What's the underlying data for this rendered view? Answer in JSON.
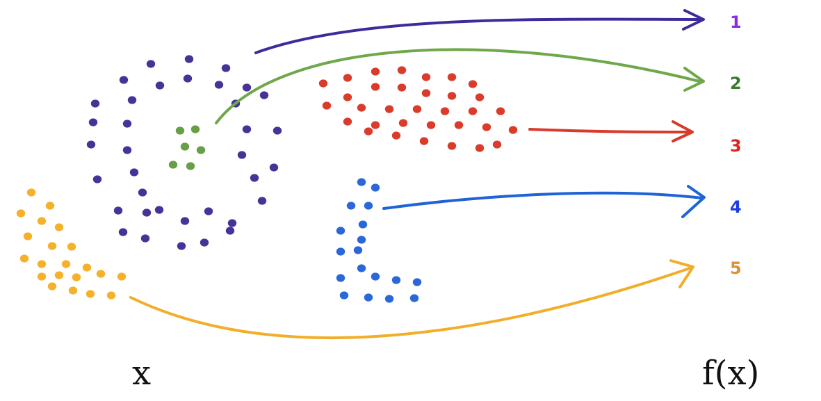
{
  "diagram": {
    "input_label": "x",
    "output_label": "f(x)",
    "outputs": [
      {
        "label": "1",
        "color": "#8a2be2",
        "arrow_color": "#3f2a9c",
        "group": "spiral"
      },
      {
        "label": "2",
        "color": "#3c7a2e",
        "arrow_color": "#6fa84a",
        "group": "center"
      },
      {
        "label": "3",
        "color": "#e0241c",
        "arrow_color": "#d93a2a",
        "group": "blob"
      },
      {
        "label": "4",
        "color": "#1e3fe0",
        "arrow_color": "#1f63d6",
        "group": "l-shape"
      },
      {
        "label": "5",
        "color": "#d9913a",
        "arrow_color": "#f2ae2a",
        "group": "triangle"
      }
    ],
    "clusters": {
      "spiral": {
        "color": "#3d2891"
      },
      "center": {
        "color": "#5e9a3c"
      },
      "blob": {
        "color": "#d8301f"
      },
      "l-shape": {
        "color": "#1f5fd6"
      },
      "triangle": {
        "color": "#f4ad1f"
      }
    }
  }
}
